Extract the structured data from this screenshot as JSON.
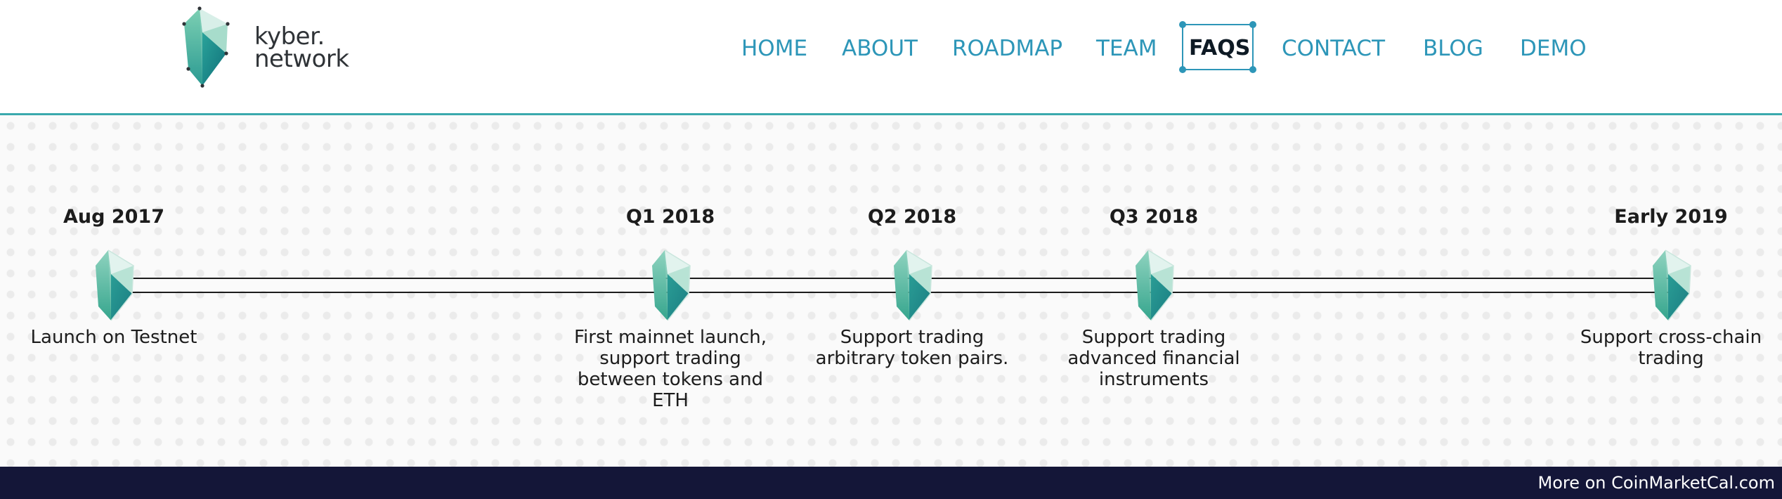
{
  "brand": {
    "line1": "kyber.",
    "line2": "network"
  },
  "nav": {
    "items": [
      {
        "label": "HOME"
      },
      {
        "label": "ABOUT"
      },
      {
        "label": "ROADMAP"
      },
      {
        "label": "TEAM"
      },
      {
        "label": "FAQS",
        "active": true
      },
      {
        "label": "CONTACT"
      },
      {
        "label": "BLOG"
      },
      {
        "label": "DEMO"
      }
    ]
  },
  "roadmap": {
    "milestones": [
      {
        "date": "Aug 2017",
        "description": "Launch on Testnet"
      },
      {
        "date": "Q1 2018",
        "description": "First mainnet launch, support trading between tokens and ETH"
      },
      {
        "date": "Q2 2018",
        "description": "Support trading arbitrary token pairs."
      },
      {
        "date": "Q3 2018",
        "description": "Support trading advanced financial instruments"
      },
      {
        "date": "Early 2019",
        "description": "Support cross-chain trading"
      }
    ],
    "icon": "kyber-crystal-icon"
  },
  "footer": {
    "link_text": "More on CoinMarketCal.com"
  },
  "colors": {
    "nav_text": "#2d96b8",
    "nav_active": "#0e1a24",
    "header_rule": "#3aa9ad",
    "footer_bg": "#141638",
    "crystal_dark": "#1b7d82",
    "crystal_light": "#8fd3bf"
  }
}
